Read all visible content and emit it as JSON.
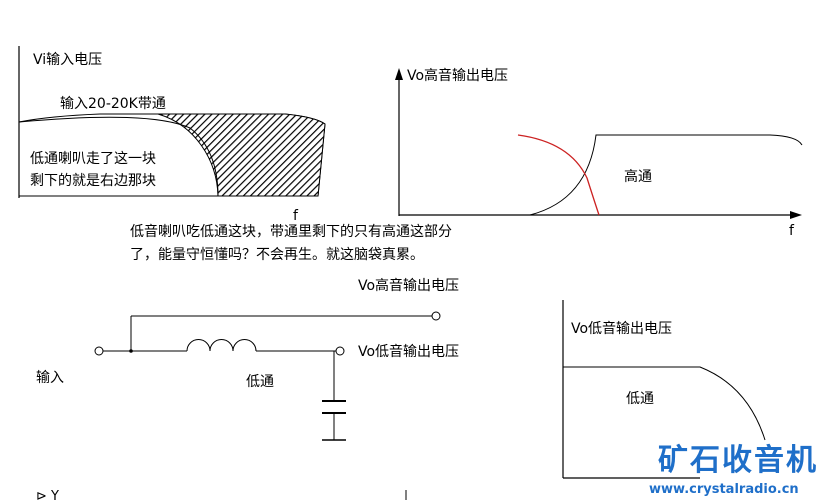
{
  "top_left": {
    "axis_label": "Vi输入电压",
    "band_label": "输入20-20K带通",
    "note_line1": "低通喇叭走了这一块",
    "note_line2": "剩下的就是右边那块",
    "x_label": "f"
  },
  "top_right": {
    "axis_label": "Vo高音输出电压",
    "curve_label": "高通",
    "x_label": "f"
  },
  "comment": {
    "line1": "低音喇叭吃低通这块，带通里剩下的只有高通这部分",
    "line2": "了，能量守恒懂吗？不会再生。就这脑袋真累。"
  },
  "circuit": {
    "output_high": "Vo高音输出电压",
    "output_low": "Vo低音输出电压",
    "input_label": "输入",
    "inductor_label": "低通"
  },
  "bottom_right": {
    "axis_label": "Vo低音输出电压",
    "curve_label": "低通"
  },
  "bottom_left_partial": {
    "fragment": "⊳ Y"
  },
  "watermark": {
    "main": "矿石收音机",
    "url": "www.crystalradio.cn"
  },
  "colors": {
    "red_curve": "#cc2222",
    "watermark": "#1f6fc9"
  }
}
